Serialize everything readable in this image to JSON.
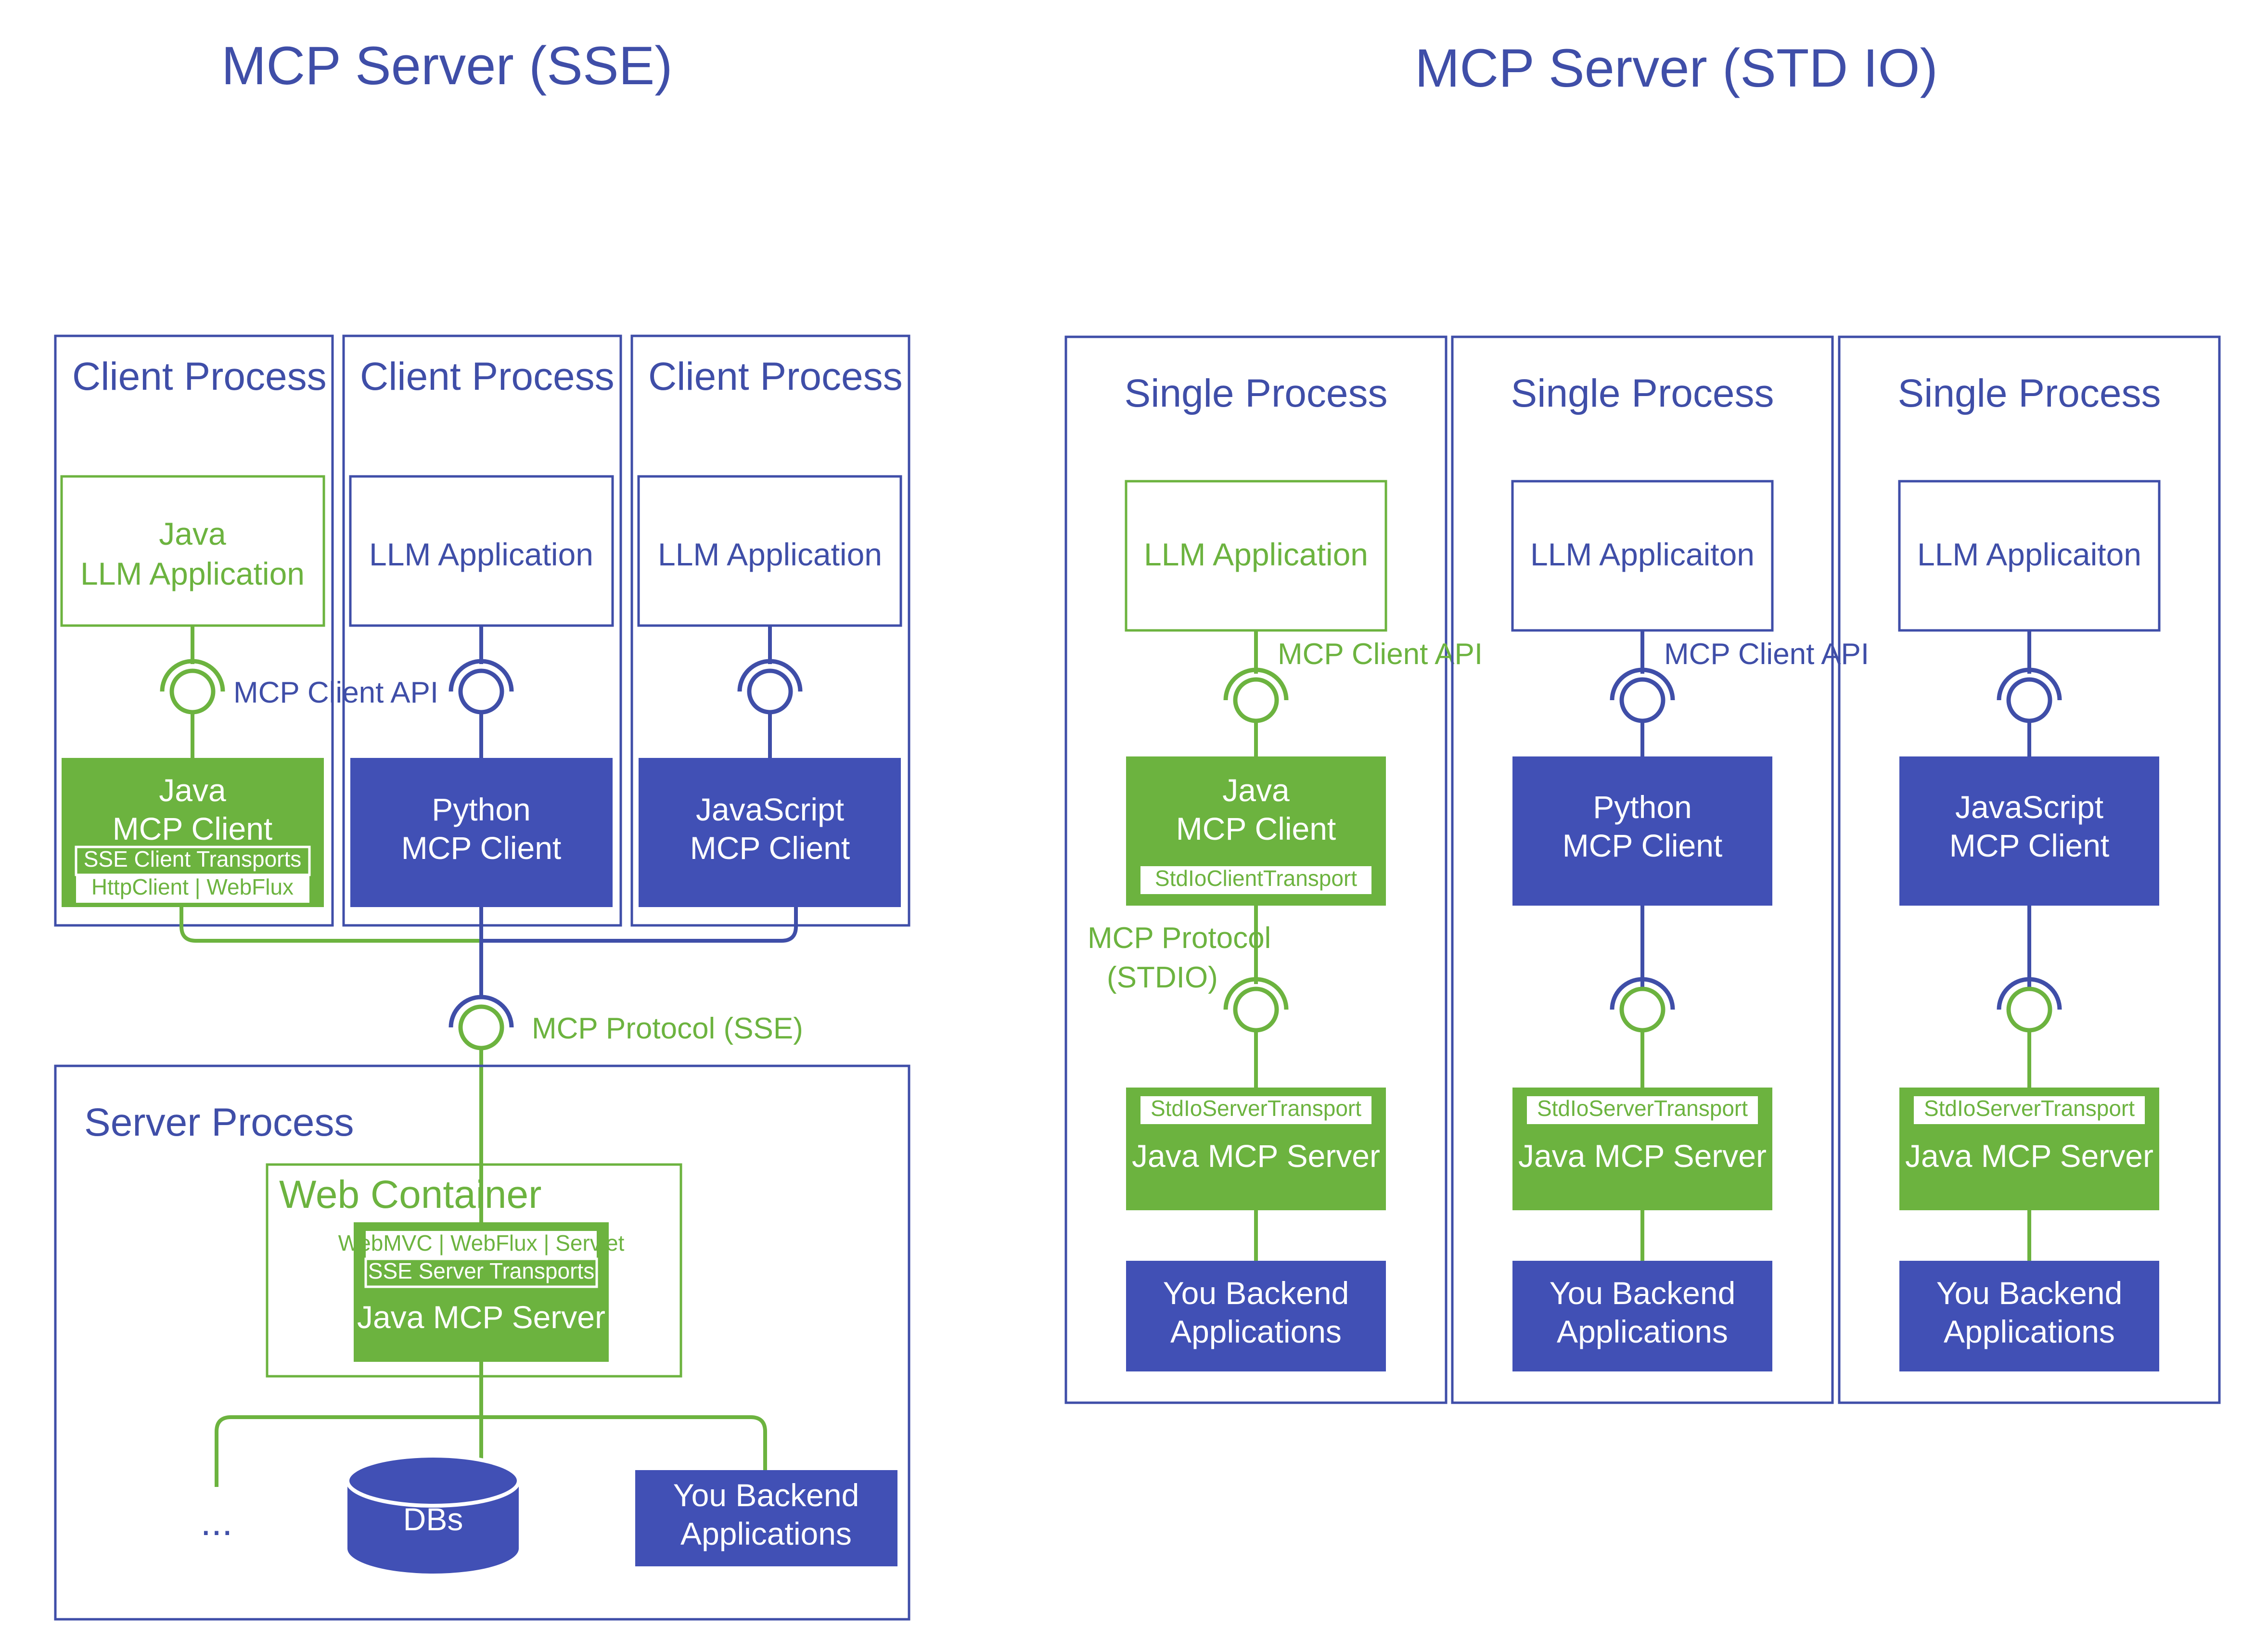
{
  "page": {
    "background": "#ffffff",
    "accent_green": "#6cb33f",
    "accent_blue": "#4150b5",
    "outline_blue": "#3f4ea8"
  },
  "left_panel": {
    "title": "MCP Server (SSE)",
    "client_processes": [
      {
        "header": "Client Process",
        "app_line1": "Java",
        "app_line2": "LLM Application",
        "app_style": "green-outline",
        "connector_label": "MCP Client API",
        "client_line1": "Java",
        "client_line2": "MCP Client",
        "client_style": "green-fill",
        "transport_title": "SSE Client Transports",
        "transport_sub": "HttpClient | WebFlux"
      },
      {
        "header": "Client Process",
        "app_line1": "",
        "app_line2": "LLM Application",
        "app_style": "blue-outline",
        "connector_label": "",
        "client_line1": "Python",
        "client_line2": "MCP Client",
        "client_style": "blue-fill",
        "transport_title": "",
        "transport_sub": ""
      },
      {
        "header": "Client Process",
        "app_line1": "",
        "app_line2": "LLM Application",
        "app_style": "blue-outline",
        "connector_label": "",
        "client_line1": "JavaScript",
        "client_line2": "MCP Client",
        "client_style": "blue-fill",
        "transport_title": "",
        "transport_sub": ""
      }
    ],
    "protocol_label": "MCP Protocol (SSE)",
    "server_process": {
      "header": "Server Process",
      "web_container": "Web Container",
      "server_transport_title": "WebMVC | WebFlux | Servlet",
      "server_transport_sub": "SSE Server Transports",
      "server_name": "Java MCP Server"
    },
    "backends": {
      "ellipsis": "...",
      "db_label": "DBs",
      "backend_line1": "You Backend",
      "backend_line2": "Applications"
    }
  },
  "right_panel": {
    "title": "MCP Server (STD IO)",
    "single_processes": [
      {
        "header": "Single Process",
        "app_label": "LLM Application",
        "app_style": "green-outline",
        "client_connector_label": "MCP Client API",
        "client_line1": "Java",
        "client_line2": "MCP Client",
        "client_style": "green-fill",
        "client_transport": "StdIoClientTransport",
        "protocol_label_line1": "MCP Protocol",
        "protocol_label_line2": "(STDIO)",
        "server_transport": "StdIoServerTransport",
        "server_name": "Java MCP Server",
        "backend_line1": "You Backend",
        "backend_line2": "Applications"
      },
      {
        "header": "Single Process",
        "app_label": "LLM Applicaiton",
        "app_style": "blue-outline",
        "client_connector_label": "MCP Client API",
        "client_line1": "Python",
        "client_line2": "MCP Client",
        "client_style": "blue-fill",
        "client_transport": "",
        "protocol_label_line1": "",
        "protocol_label_line2": "",
        "server_transport": "StdIoServerTransport",
        "server_name": "Java MCP Server",
        "backend_line1": "You Backend",
        "backend_line2": "Applications"
      },
      {
        "header": "Single Process",
        "app_label": "LLM Applicaiton",
        "app_style": "blue-outline",
        "client_connector_label": "",
        "client_line1": "JavaScript",
        "client_line2": "MCP Client",
        "client_style": "blue-fill",
        "client_transport": "",
        "protocol_label_line1": "",
        "protocol_label_line2": "",
        "server_transport": "StdIoServerTransport",
        "server_name": "Java MCP Server",
        "backend_line1": "You Backend",
        "backend_line2": "Applications"
      }
    ]
  }
}
